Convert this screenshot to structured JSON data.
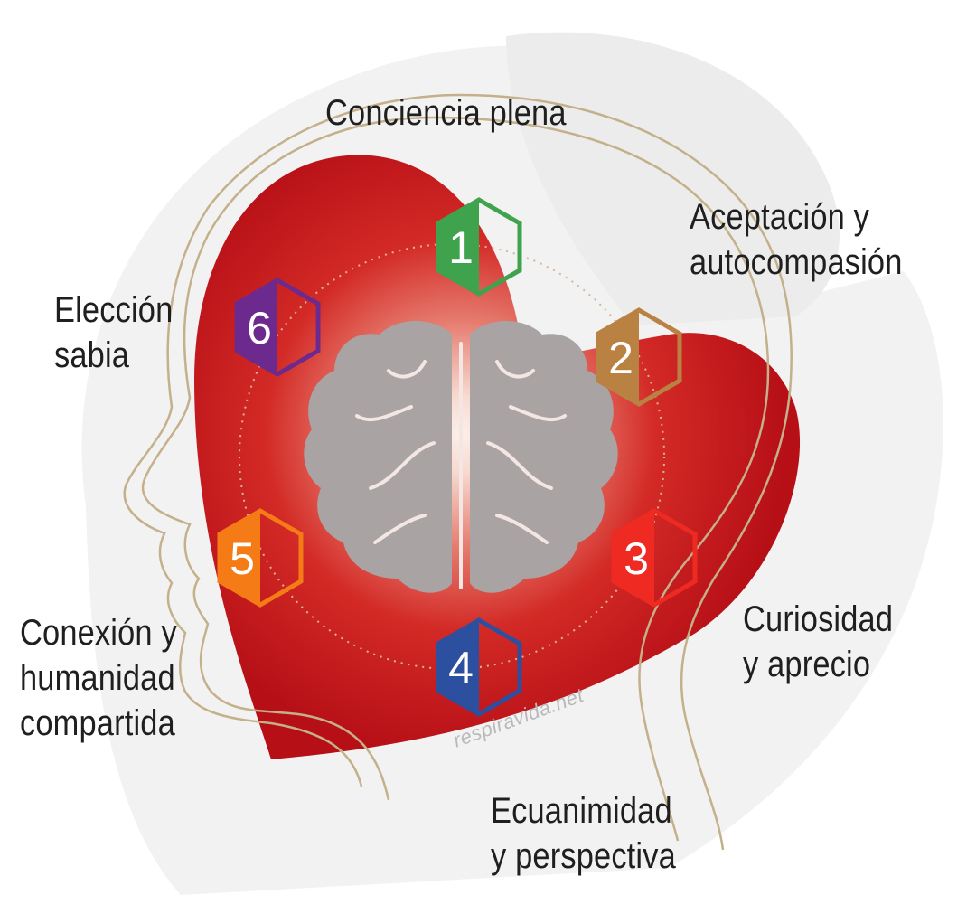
{
  "labels": {
    "l1": [
      "Conciencia plena"
    ],
    "l2": [
      "Aceptación y",
      "autocompasión"
    ],
    "l3": [
      "Curiosidad",
      "y aprecio"
    ],
    "l4": [
      "Ecuanimidad",
      "y perspectiva"
    ],
    "l5": [
      "Conexión y",
      "humanidad",
      "compartida"
    ],
    "l6": [
      "Elección",
      "sabia"
    ]
  },
  "hexagons": [
    {
      "number": "1",
      "color": "#3fa34d"
    },
    {
      "number": "2",
      "color": "#b98243"
    },
    {
      "number": "3",
      "color": "#ee2a22"
    },
    {
      "number": "4",
      "color": "#2d4fa0"
    },
    {
      "number": "5",
      "color": "#f47b16"
    },
    {
      "number": "6",
      "color": "#6c2a8e"
    }
  ],
  "watermark": "respiravida.net",
  "colors": {
    "heart": "#c8151b",
    "heart_glow": "#f7d9cf",
    "brain": "#a9a4a3",
    "outline": "#c4b08a"
  },
  "icons": [
    "head-profile-outline-icon",
    "heart-shape-icon",
    "brain-icon",
    "hexagon-icon"
  ]
}
